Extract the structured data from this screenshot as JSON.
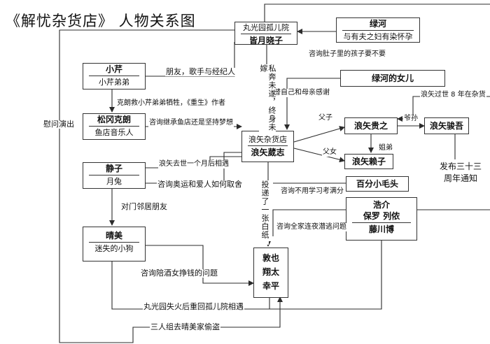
{
  "title": "《解忧杂货店》 人物关系图",
  "nodes": {
    "orphanage": {
      "title": "丸光园孤儿院",
      "sub": "皆月晓子"
    },
    "lu_he": {
      "title": "绿河",
      "sub": "与有夫之妇有染怀孕"
    },
    "lu_he_daughter": {
      "title": "绿河的女儿"
    },
    "xiaoqin": {
      "title": "小芹",
      "sub": "小芹弟弟"
    },
    "matsuoka": {
      "title": "松冈克朗",
      "sub": "鱼店音乐人"
    },
    "shop": {
      "title": "浪矢杂货店",
      "sub": "浪矢葳志"
    },
    "takayuki": {
      "title": "浪矢贵之"
    },
    "junko": {
      "title": "浪矢赖子"
    },
    "shungo": {
      "title": "浪矢骏吾"
    },
    "anniversary": {
      "line1": "发布三十三",
      "line2": "周年通知"
    },
    "shizuko": {
      "title": "静子",
      "sub": "月兔"
    },
    "harumi": {
      "title": "晴美",
      "sub": "迷失的小狗"
    },
    "hundred": {
      "title": "百分小毛头"
    },
    "koji": {
      "line1": "浩介",
      "line2": "保罗 列侬",
      "line3": "藤川博"
    },
    "trio": {
      "line1": "敦也",
      "line2": "翔太",
      "line3": "幸平"
    }
  },
  "edge_labels": {
    "friend_singer": "朋友，歌手与经纪人",
    "creator": "克朗救小芹弟弟牺牲，《重生》作者",
    "comfort": "慰问演出",
    "ask_fish": "咨询继承鱼店还是坚持梦想",
    "shop_death": "浪矢去世一个月后相遇",
    "ask_olympic": "咨询奥运和爱人如何取舍",
    "neighbors": "对门邻居朋友",
    "ask_bar": "咨询陪酒女挣钱的问题",
    "fire": "丸光园失火后重回孤儿院相遇",
    "rob": "三人组去晴美家偷盗",
    "ask_child": "咨询肚子里的孩子要不要",
    "thank": "替自己和母亲感谢",
    "elope": "私奔未遂，终身未嫁",
    "death_8y": "浪矢过世 8 年在杂货",
    "father_son": "父子",
    "grandson": "爷孙",
    "father_daughter": "父女",
    "siblings": "姐弟",
    "ask_study": "咨询不用学习考满分",
    "ask_family": "咨询全家连夜潜逃问题",
    "blank_letter": "投递了一张白纸"
  },
  "colors": {
    "line": "#2b2b2b",
    "box_border": "#333333"
  }
}
